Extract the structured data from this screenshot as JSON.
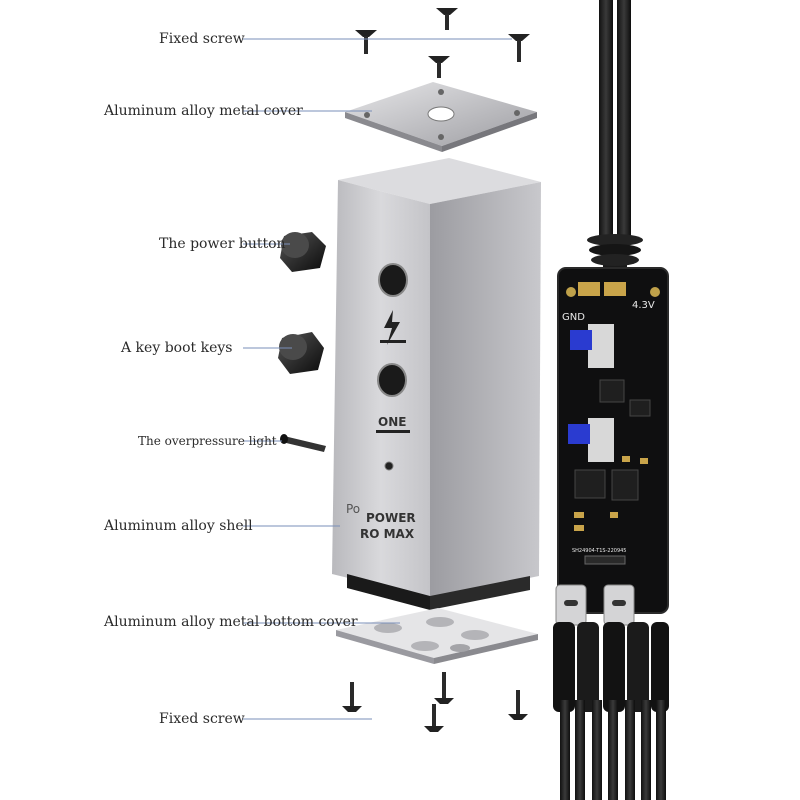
{
  "labels": {
    "fixed_screw_top": "Fixed screw",
    "metal_cover": "Aluminum alloy metal cover",
    "power_button": "The power button",
    "key_boot_keys": "A key boot keys",
    "overpressure_light": "The overpressure light",
    "shell": "Aluminum alloy shell",
    "bottom_cover": "Aluminum alloy metal bottom cover",
    "fixed_screw_bottom": "Fixed screw"
  },
  "device": {
    "brand_prefix": "Po",
    "brand_line1": "POWER",
    "brand_line2": "RO MAX",
    "key_label": "ONE"
  },
  "pcb": {
    "gnd_label": "GND",
    "voltage_label": "4.3V",
    "serial": "SH24904-T1S-220945"
  },
  "colors": {
    "label_text": "#2a2a2a",
    "leader_line": "#7a8fb8",
    "shell": "#c9c9cc",
    "pcb": "#111111",
    "switch_blue": "#2233aa"
  }
}
